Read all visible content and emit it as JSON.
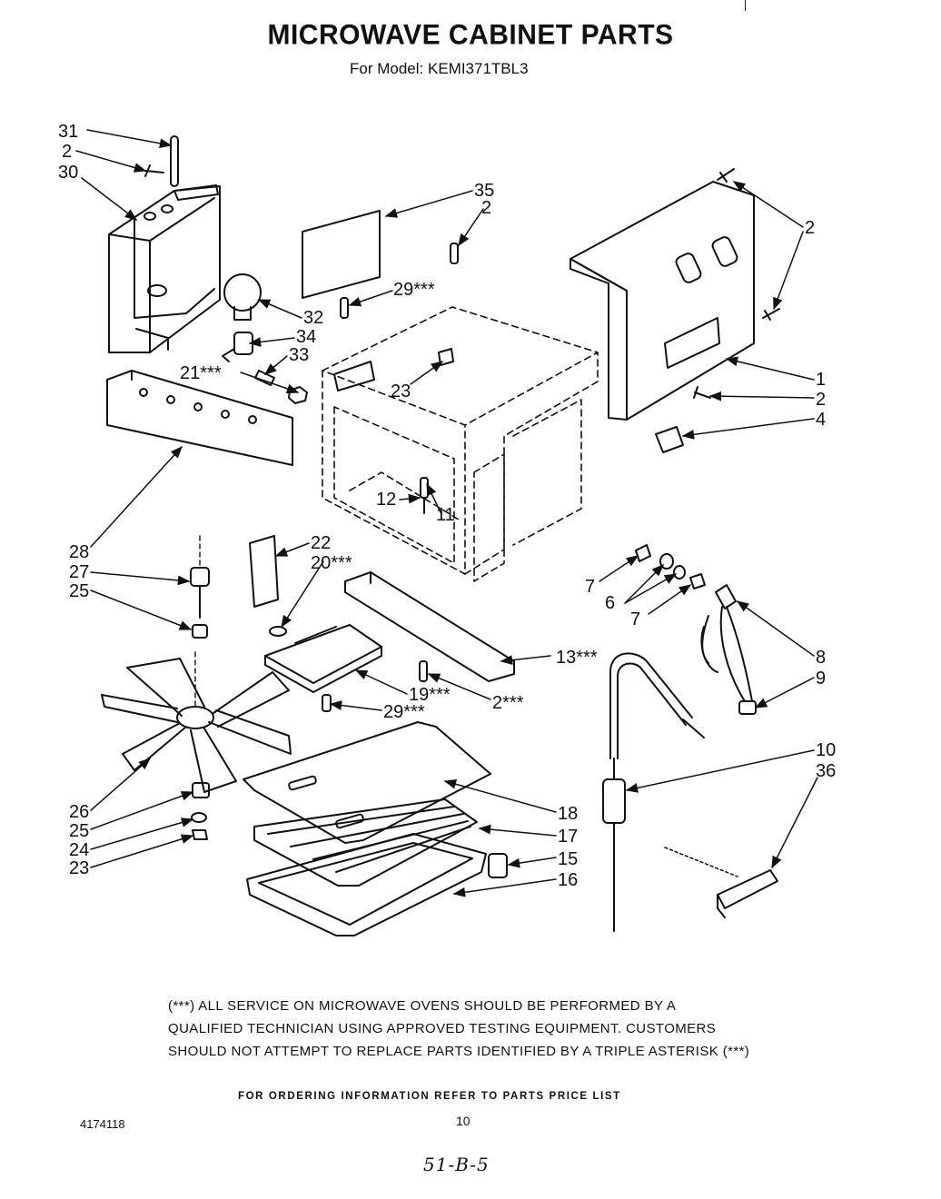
{
  "title": "MICROWAVE CABINET PARTS",
  "subtitle": {
    "label": "For Model:",
    "model": "KEMI371TBL3"
  },
  "callouts": {
    "c31": "31",
    "c2a": "2",
    "c30": "30",
    "c35": "35",
    "c2b": "2",
    "c2c": "2",
    "c29a": "29***",
    "c32": "32",
    "c34": "34",
    "c33": "33",
    "c21": "21***",
    "c23a": "23",
    "c1": "1",
    "c2d": "2",
    "c4": "4",
    "c12": "12",
    "c11": "11",
    "c28": "28",
    "c22": "22",
    "c20": "20***",
    "c27": "27",
    "c25a": "25",
    "c7a": "7",
    "c6": "6",
    "c7b": "7",
    "c8": "8",
    "c9": "9",
    "c13": "13***",
    "c19": "19***",
    "c29b": "29***",
    "c2e": "2***",
    "c10": "10",
    "c36": "36",
    "c26": "26",
    "c25b": "25",
    "c24": "24",
    "c23b": "23",
    "c18": "18",
    "c17": "17",
    "c15": "15",
    "c16": "16"
  },
  "warning": {
    "line1": "(***) ALL SERVICE ON MICROWAVE OVENS SHOULD BE PERFORMED BY A",
    "line2": "QUALIFIED TECHNICIAN USING APPROVED TESTING EQUIPMENT.  CUSTOMERS",
    "line3": "SHOULD NOT ATTEMPT TO REPLACE PARTS IDENTIFIED BY A TRIPLE ASTERISK (***)"
  },
  "ordering_note": "FOR ORDERING INFORMATION REFER TO PARTS PRICE LIST",
  "document_number": "4174118",
  "page_number": "10",
  "handwritten_note": "51-B-5"
}
